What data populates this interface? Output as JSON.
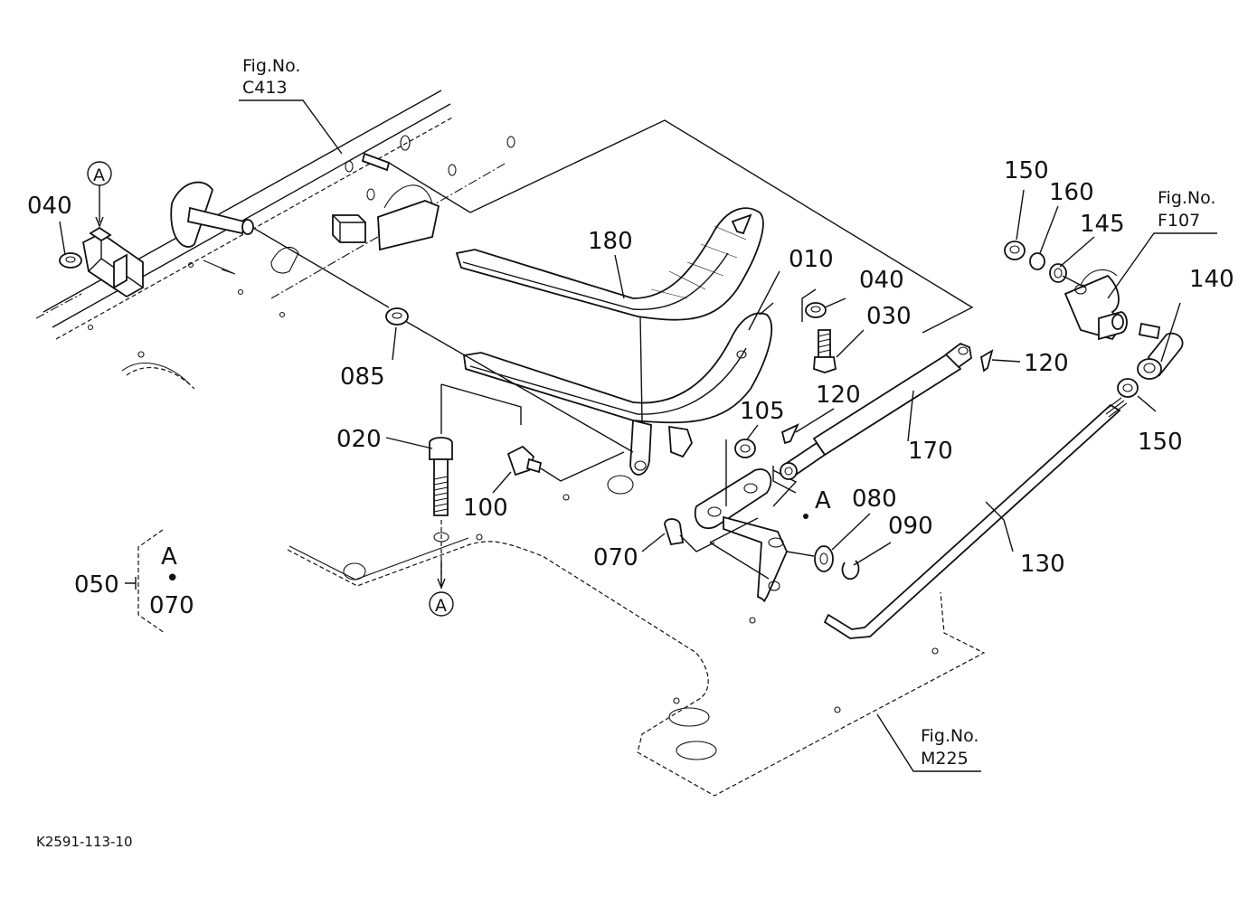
{
  "diagram_code": "K2591-113-10",
  "references": {
    "c413": {
      "line1": "Fig.No.",
      "line2": "C413"
    },
    "f107": {
      "line1": "Fig.No.",
      "line2": "F107"
    },
    "m225": {
      "line1": "Fig.No.",
      "line2": "M225"
    }
  },
  "parts": {
    "p010": "010",
    "p020": "020",
    "p030": "030",
    "p040_left": "040",
    "p040_right": "040",
    "p050": "050",
    "p070": "070",
    "p080": "080",
    "p085": "085",
    "p090": "090",
    "p100": "100",
    "p105": "105",
    "p120_top": "120",
    "p120_mid": "120",
    "p130": "130",
    "p140": "140",
    "p145": "145",
    "p150_top": "150",
    "p150_bottom": "150",
    "p160": "160",
    "p170": "170",
    "p180": "180"
  },
  "kit": {
    "top": "A",
    "dot": "•",
    "bottom": "070"
  },
  "markers": {
    "circle_top": "A",
    "circle_bottom": "A",
    "point": "A"
  }
}
